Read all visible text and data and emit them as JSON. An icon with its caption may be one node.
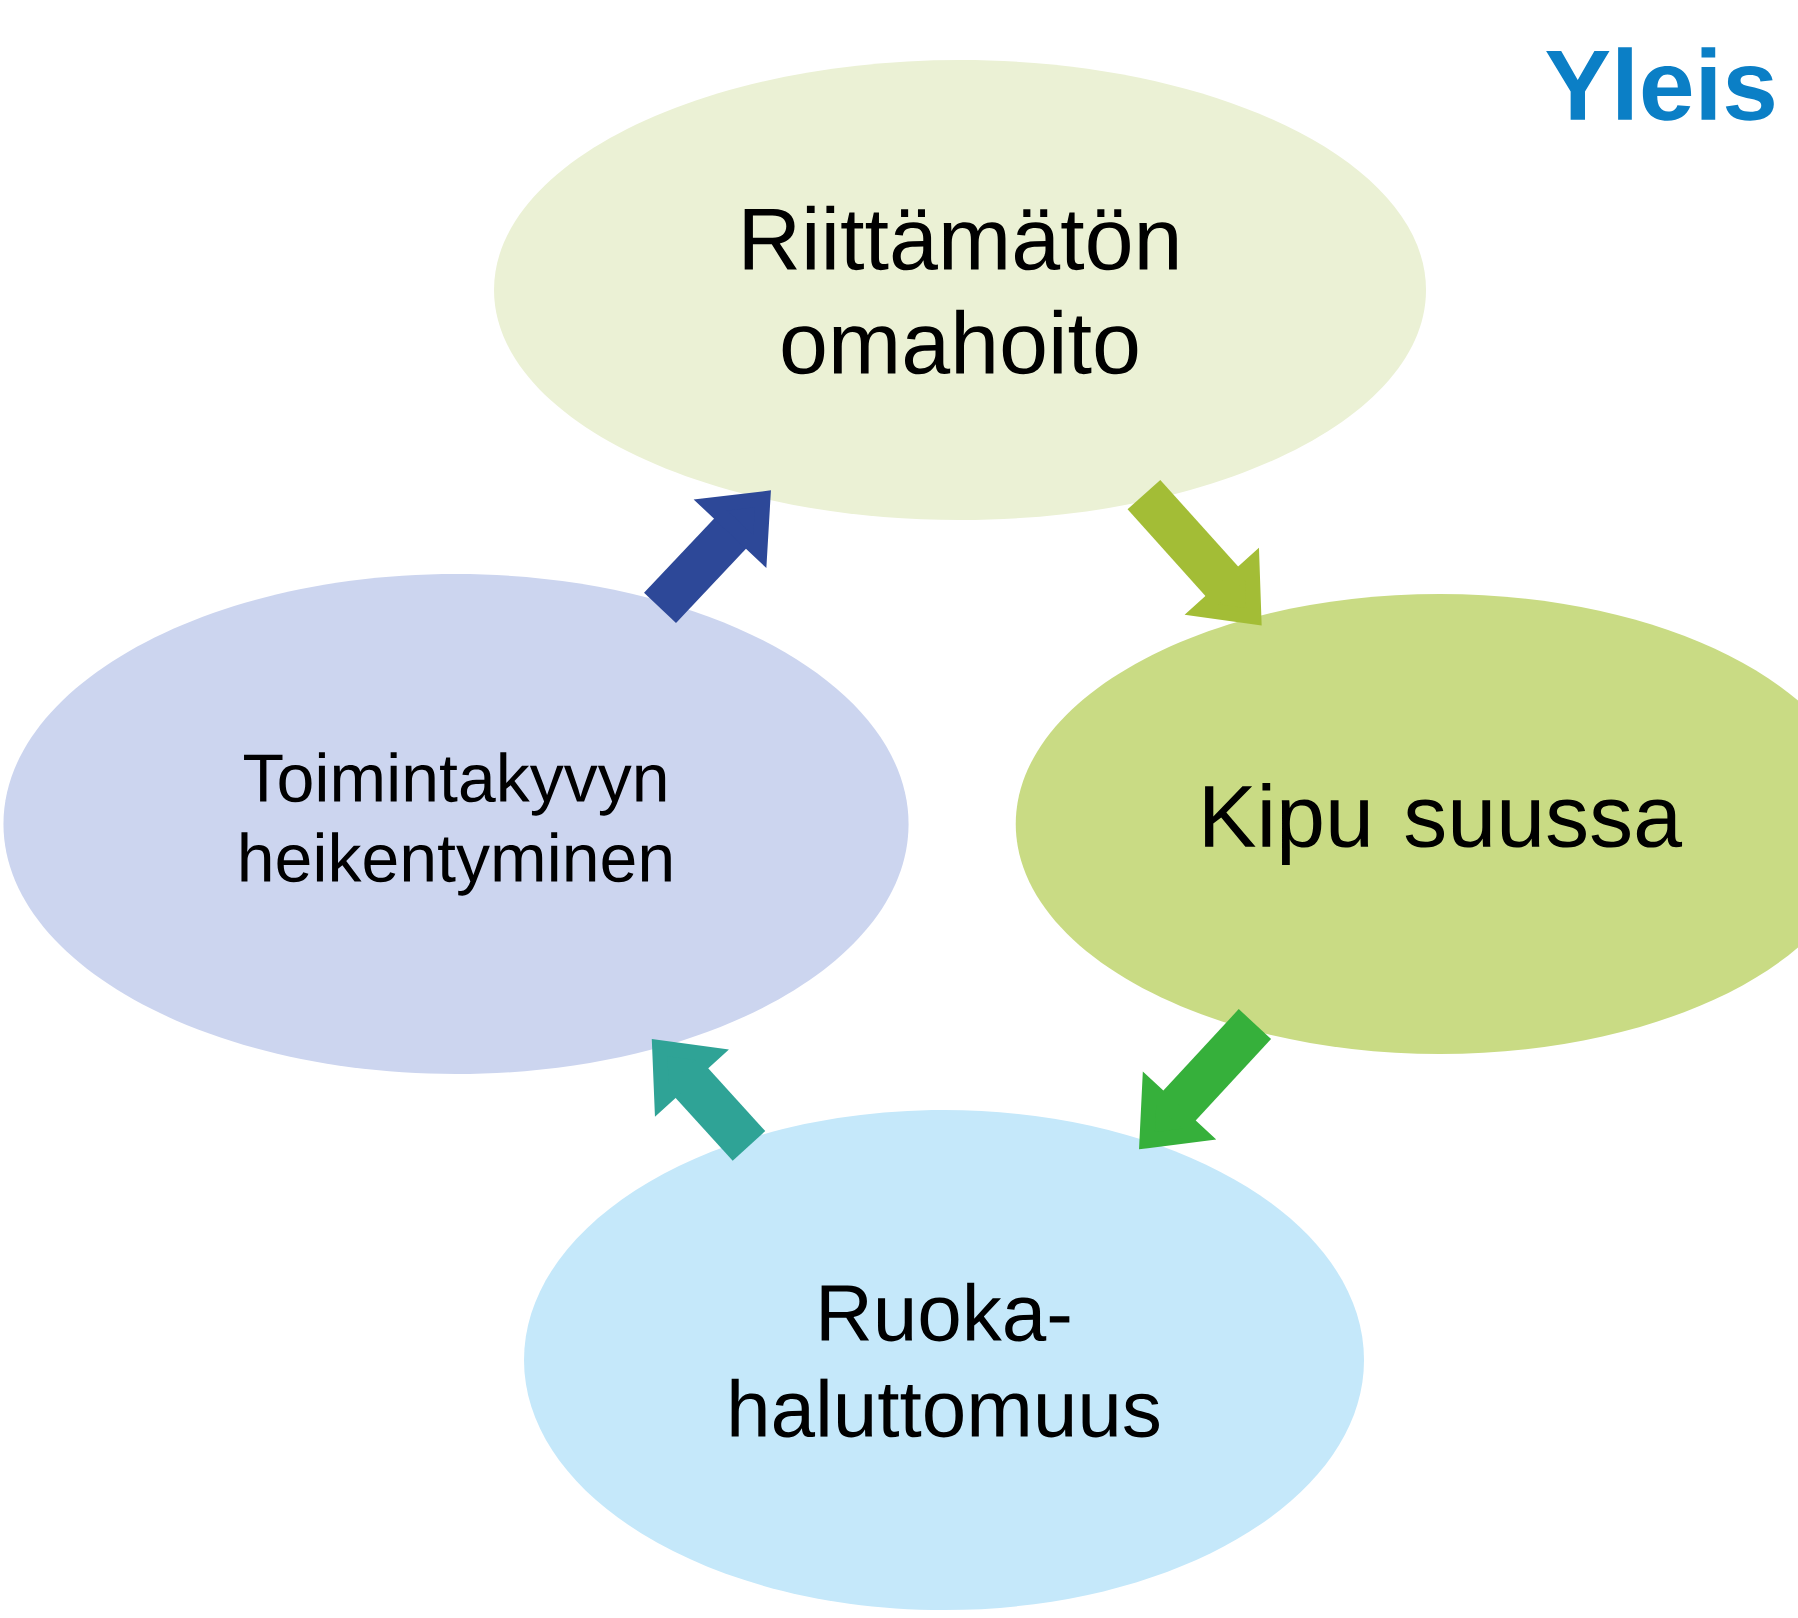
{
  "diagram": {
    "title": "Yleis",
    "nodes": [
      {
        "text": [
          "Riittämätön omahoito"
        ]
      },
      {
        "text": [
          "Kipu suussa"
        ]
      },
      {
        "text": [
          "Ruoka- haluttomuus"
        ]
      },
      {
        "text": [
          "Toimintakyvyn heikentyminen"
        ]
      }
    ],
    "edges": [
      {
        "from": 0,
        "to": 1,
        "arrow": "to",
        "color": "#a3bd36"
      },
      {
        "from": 1,
        "to": 2,
        "arrow": "to",
        "color": "#36b03b"
      },
      {
        "from": 2,
        "to": 3,
        "arrow": "to",
        "color": "#2fa396"
      },
      {
        "from": 3,
        "to": 0,
        "arrow": "to",
        "color": "#2d4898"
      }
    ]
  }
}
